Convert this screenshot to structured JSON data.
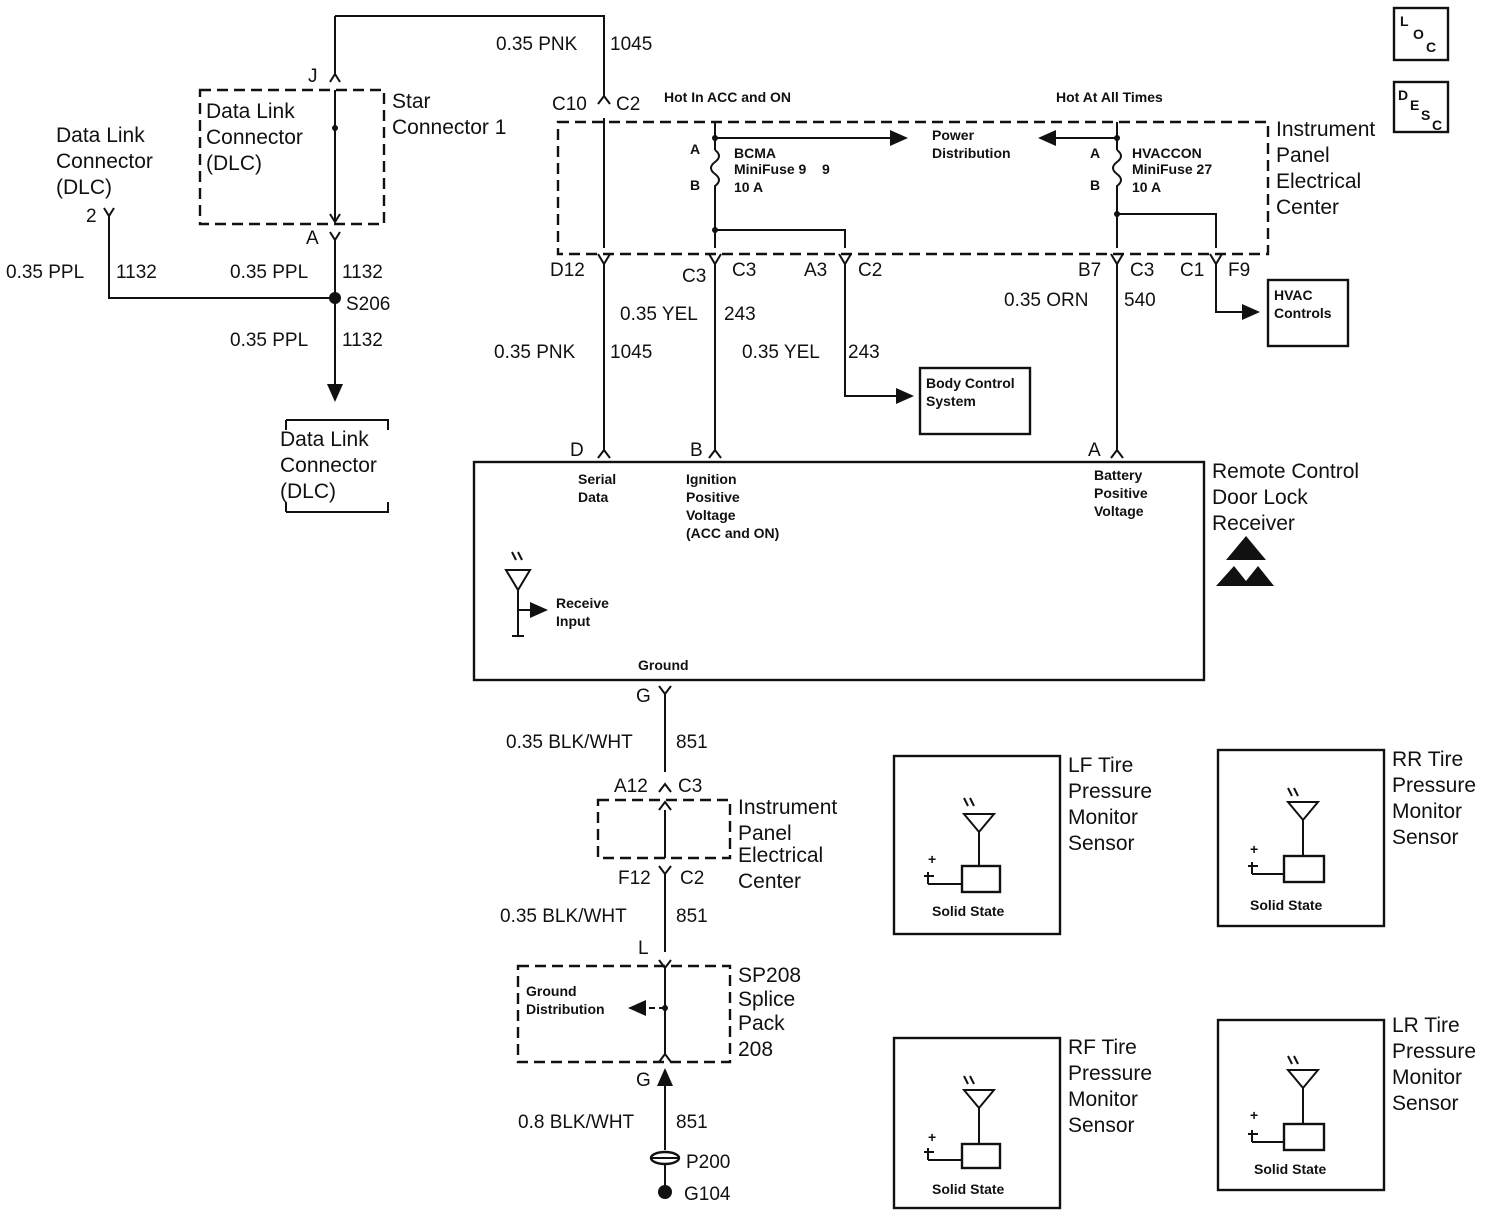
{
  "corner": {
    "loc": [
      "L",
      "O",
      "C"
    ],
    "desc": [
      "D",
      "E",
      "S",
      "C"
    ]
  },
  "dlc_left": {
    "title": [
      "Data Link",
      "Connector",
      "(DLC)"
    ],
    "pin": "2",
    "wire_size": "0.35 PPL",
    "circuit": "1132"
  },
  "star": {
    "dlc_text": [
      "Data Link",
      "Connector",
      "(DLC)"
    ],
    "title": [
      "Star",
      "Connector 1"
    ],
    "pin_j": "J",
    "pin_a": "A",
    "wire_size": "0.35 PPL",
    "circuit": "1132"
  },
  "splice": {
    "name": "S206",
    "wire_size": "0.35 PPL",
    "circuit": "1132"
  },
  "dlc_bottom": {
    "title": [
      "Data Link",
      "Connector",
      "(DLC)"
    ]
  },
  "top_wire": {
    "wire_size": "0.35 PNK",
    "circuit": "1045"
  },
  "ipec_top": {
    "in_pin": "C10",
    "in_conn": "C2",
    "hot_acc": "Hot In ACC and ON",
    "hot_all": "Hot At All Times",
    "power_dist": [
      "Power",
      "Distribution"
    ],
    "fuse1": {
      "a": "A",
      "b": "B",
      "lines": [
        "BCMA",
        "MiniFuse 9",
        "10 A"
      ],
      "extra": "9"
    },
    "fuse2": {
      "a": "A",
      "b": "B",
      "lines": [
        "HVACCON",
        "MiniFuse 27",
        "10 A"
      ]
    },
    "title": [
      "Instrument",
      "Panel",
      "Electrical",
      "Center"
    ],
    "pins": [
      {
        "pin": "D12",
        "conn": ""
      },
      {
        "pin": "C3",
        "conn": "C3"
      },
      {
        "pin": "A3",
        "conn": "C2"
      },
      {
        "pin": "B7",
        "conn": "C3"
      },
      {
        "pin": "C1",
        "conn": "F9"
      }
    ]
  },
  "wires_mid": {
    "yel1": {
      "wire_size": "0.35 YEL",
      "circuit": "243"
    },
    "pnk": {
      "wire_size": "0.35 PNK",
      "circuit": "1045"
    },
    "yel2": {
      "wire_size": "0.35 YEL",
      "circuit": "243"
    },
    "orn": {
      "wire_size": "0.35 ORN",
      "circuit": "540"
    }
  },
  "hvac_controls": [
    "HVAC",
    "Controls"
  ],
  "body_control": [
    "Body Control",
    "System"
  ],
  "receiver": {
    "title": [
      "Remote Control",
      "Door Lock",
      "Receiver"
    ],
    "pin_d": "D",
    "pin_b": "B",
    "pin_a": "A",
    "serial": [
      "Serial",
      "Data"
    ],
    "ignition": [
      "Ignition",
      "Positive",
      "Voltage",
      "(ACC and ON)"
    ],
    "battery": [
      "Battery",
      "Positive",
      "Voltage"
    ],
    "receive": [
      "Receive",
      "Input"
    ],
    "ground": "Ground",
    "pin_g": "G"
  },
  "ground_path": {
    "w1": {
      "wire_size": "0.35 BLK/WHT",
      "circuit": "851"
    },
    "ipec2": {
      "pin_top": "A12",
      "conn_top": "C3",
      "pin_bot": "F12",
      "conn_bot": "C2",
      "title": [
        "Instrument",
        "Panel",
        "Electrical",
        "Center"
      ]
    },
    "w2": {
      "wire_size": "0.35 BLK/WHT",
      "circuit": "851"
    },
    "sp": {
      "pin_l": "L",
      "pin_g": "G",
      "title": [
        "SP208",
        "Splice",
        "Pack",
        "208"
      ],
      "ground_dist": [
        "Ground",
        "Distribution"
      ]
    },
    "w3": {
      "wire_size": "0.8 BLK/WHT",
      "circuit": "851"
    },
    "p200": "P200",
    "g104": "G104"
  },
  "sensors": [
    {
      "title": [
        "LF Tire",
        "Pressure",
        "Monitor",
        "Sensor"
      ],
      "state": "Solid State"
    },
    {
      "title": [
        "RR Tire",
        "Pressure",
        "Monitor",
        "Sensor"
      ],
      "state": "Solid State"
    },
    {
      "title": [
        "RF Tire",
        "Pressure",
        "Monitor",
        "Sensor"
      ],
      "state": "Solid State"
    },
    {
      "title": [
        "LR Tire",
        "Pressure",
        "Monitor",
        "Sensor"
      ],
      "state": "Solid State"
    }
  ]
}
